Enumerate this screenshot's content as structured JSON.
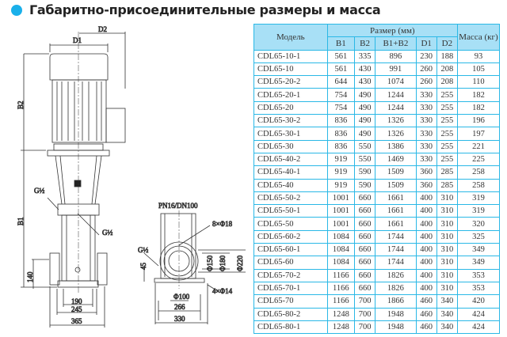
{
  "title": "Габаритно-присоединительные размеры и масса",
  "drawing": {
    "D1": "D1",
    "D2": "D2",
    "B1": "B1",
    "B2": "B2",
    "g_half_1": "G½",
    "g_half_2": "G½",
    "g_half_3": "G½",
    "d140": "140",
    "d190": "190",
    "d245": "245",
    "d365": "365",
    "flange": "PN16/DN100",
    "holes8": "8×Φ18",
    "d45": "45",
    "phi150": "Φ150",
    "phi180": "Φ180",
    "phi220": "Φ220",
    "holes4": "4×Φ14",
    "phi100": "Φ100",
    "d266": "266",
    "d330": "330"
  },
  "table": {
    "col_model": "Модель",
    "col_size": "Размер (мм)",
    "col_mass": "Масса (кг)",
    "sub": [
      "B1",
      "B2",
      "B1+B2",
      "D1",
      "D2"
    ],
    "rows": [
      [
        "CDL65-10-1",
        "561",
        "335",
        "896",
        "230",
        "188",
        "93"
      ],
      [
        "CDL65-10",
        "561",
        "430",
        "991",
        "260",
        "208",
        "105"
      ],
      [
        "CDL65-20-2",
        "644",
        "430",
        "1074",
        "260",
        "208",
        "110"
      ],
      [
        "CDL65-20-1",
        "754",
        "490",
        "1244",
        "330",
        "255",
        "182"
      ],
      [
        "CDL65-20",
        "754",
        "490",
        "1244",
        "330",
        "255",
        "182"
      ],
      [
        "CDL65-30-2",
        "836",
        "490",
        "1326",
        "330",
        "255",
        "196"
      ],
      [
        "CDL65-30-1",
        "836",
        "490",
        "1326",
        "330",
        "255",
        "197"
      ],
      [
        "CDL65-30",
        "836",
        "550",
        "1386",
        "330",
        "255",
        "221"
      ],
      [
        "CDL65-40-2",
        "919",
        "550",
        "1469",
        "330",
        "255",
        "225"
      ],
      [
        "CDL65-40-1",
        "919",
        "590",
        "1509",
        "360",
        "285",
        "258"
      ],
      [
        "CDL65-40",
        "919",
        "590",
        "1509",
        "360",
        "285",
        "258"
      ],
      [
        "CDL65-50-2",
        "1001",
        "660",
        "1661",
        "400",
        "310",
        "319"
      ],
      [
        "CDL65-50-1",
        "1001",
        "660",
        "1661",
        "400",
        "310",
        "319"
      ],
      [
        "CDL65-50",
        "1001",
        "660",
        "1661",
        "400",
        "310",
        "320"
      ],
      [
        "CDL65-60-2",
        "1084",
        "660",
        "1744",
        "400",
        "310",
        "325"
      ],
      [
        "CDL65-60-1",
        "1084",
        "660",
        "1744",
        "400",
        "310",
        "349"
      ],
      [
        "CDL65-60",
        "1084",
        "660",
        "1744",
        "400",
        "310",
        "349"
      ],
      [
        "CDL65-70-2",
        "1166",
        "660",
        "1826",
        "400",
        "310",
        "353"
      ],
      [
        "CDL65-70-1",
        "1166",
        "660",
        "1826",
        "400",
        "310",
        "353"
      ],
      [
        "CDL65-70",
        "1166",
        "700",
        "1866",
        "460",
        "340",
        "420"
      ],
      [
        "CDL65-80-2",
        "1248",
        "700",
        "1948",
        "460",
        "340",
        "424"
      ],
      [
        "CDL65-80-1",
        "1248",
        "700",
        "1948",
        "460",
        "340",
        "424"
      ]
    ]
  }
}
